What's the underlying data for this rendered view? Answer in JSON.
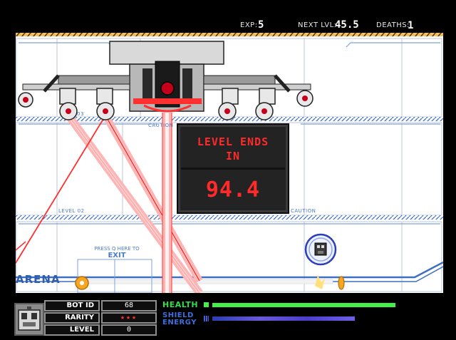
{
  "top_hud": {
    "exp_label": "EXP:",
    "exp_value": "5",
    "next_lvl_label": "NEXT LVL:",
    "next_lvl_value": "45.5",
    "deaths_label": "DEATHS:",
    "deaths_value": "1"
  },
  "timer": {
    "title": "LEVEL ENDS\nIN",
    "value": "94.4"
  },
  "arena": {
    "level_label": "LEVEL 02",
    "section_label": "03",
    "caution_label": "CAUTION",
    "exit_prompt_line1": "PRESS Q HERE TO",
    "exit_prompt_line2": "EXIT",
    "arena_label": "ARENA",
    "colors": {
      "wall_stripe": "#3e6fc2",
      "laser": "#ff3030",
      "laser_glow": "#ffb4b4",
      "timer_text": "#ff2a2a"
    }
  },
  "bottom_hud": {
    "stats": [
      {
        "label": "BOT ID",
        "value": "68"
      },
      {
        "label": "RARITY",
        "value": "★★★"
      },
      {
        "label": "LEVEL",
        "value": "0"
      }
    ],
    "health_label": "HEALTH",
    "shield_label_line1": "SHIELD",
    "shield_label_line2": "ENERGY",
    "health_fraction": 1.0,
    "shield_fraction": 0.78,
    "colors": {
      "health": "#44ef4a",
      "shield": "#4a3ecb",
      "rarity": "#ff3a3a"
    }
  }
}
